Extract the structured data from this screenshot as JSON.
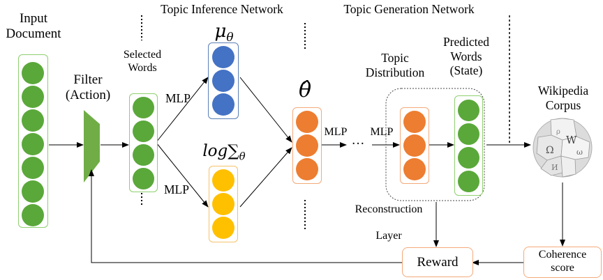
{
  "headers": {
    "inference": "Topic Inference Network",
    "generation": "Topic Generation Network"
  },
  "labels": {
    "input_document": "Input\nDocument",
    "filter_action": "Filter\n(Action)",
    "selected_words": "Selected\nWords",
    "mlp_top": "MLP",
    "mlp_bottom": "MLP",
    "mlp_theta": "MLP",
    "mlp_dist": "MLP",
    "ellipsis": "···",
    "topic_distribution": "Topic\nDistribution",
    "predicted_words": "Predicted\nWords\n(State)",
    "wikipedia_corpus": "Wikipedia\nCorpus",
    "reconstruction_layer": "Reconstruction\n\nLayer",
    "reward": "Reward",
    "coherence_score": "Coherence\nscore"
  },
  "math": {
    "mu_theta": "μθ",
    "log_sigma_theta": "log∑θ",
    "theta_hat": "θ̂"
  },
  "icons": {
    "wikipedia_globe": "wikipedia-globe-icon",
    "filter_trapezoid": "trapezoid-filter-icon"
  },
  "colors": {
    "green": "#5aa83a",
    "green_border": "#8fcf6e",
    "blue": "#4472c4",
    "blue_border": "#5b7fb5",
    "yellow": "#ffc000",
    "yellow_border": "#f5c36b",
    "orange": "#ed7d31",
    "orange_border": "#f4a97a"
  }
}
